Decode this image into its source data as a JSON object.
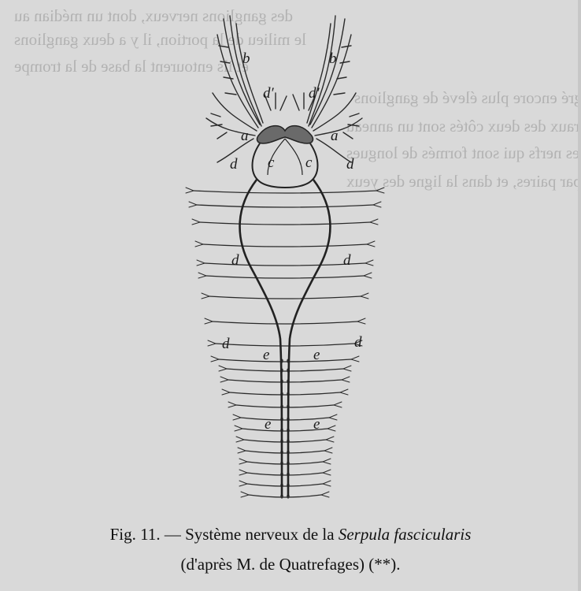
{
  "bleed_through": {
    "lines": [
      "des ganglions nerveux, dont un médian au",
      "le milieu de la portion, il y a deux ganglions",
      "et ils entourent la base de la trompe",
      "à un degré encore plus élevé de ganglions",
      "cérébraux des deux côtés sont un anneau",
      "la plupart des nerfs qui sont formés de longues",
      "filets par paires, et dans la ligne des yeux"
    ]
  },
  "figure": {
    "labels": {
      "b": "b",
      "d_prime": "d′",
      "a": "a",
      "c": "c",
      "d": "d",
      "e": "e"
    }
  },
  "caption": {
    "line1_prefix": "Fig. 11. — Système nerveux de la ",
    "line1_species": "Serpula fascicularis",
    "line2": "(d'après M. de Quatrefages) (**)."
  }
}
